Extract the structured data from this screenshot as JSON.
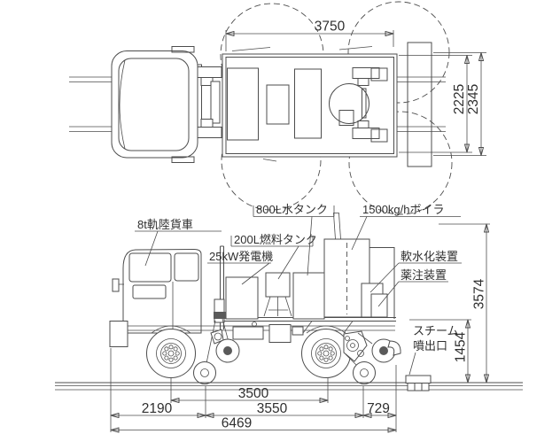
{
  "plan_view": {
    "length_dim": "3750",
    "inner_width_dim": "2225",
    "outer_width_dim": "2345"
  },
  "side_view": {
    "labels": {
      "truck": "8t軌陸貨車",
      "generator": "25kW発電機",
      "fuel_tank": "200L燃料タンク",
      "water_tank": "800L水タンク",
      "boiler": "1500kg/hボイラ",
      "water_softener": "軟水化装置",
      "chemical_dosing": "薬注装置",
      "steam_outlet_line1": "スチーム",
      "steam_outlet_line2": "噴出口"
    },
    "dimensions": {
      "overall_height": "3574",
      "platform_height": "1454",
      "tire_wheelbase": "3500",
      "front_overhang": "2190",
      "rail_wheelbase": "3550",
      "rear_overhang": "729",
      "overall_length": "6469"
    }
  },
  "colors": {
    "line": "#4d4d4d",
    "text": "#2f2f2f",
    "background": "#ffffff"
  }
}
